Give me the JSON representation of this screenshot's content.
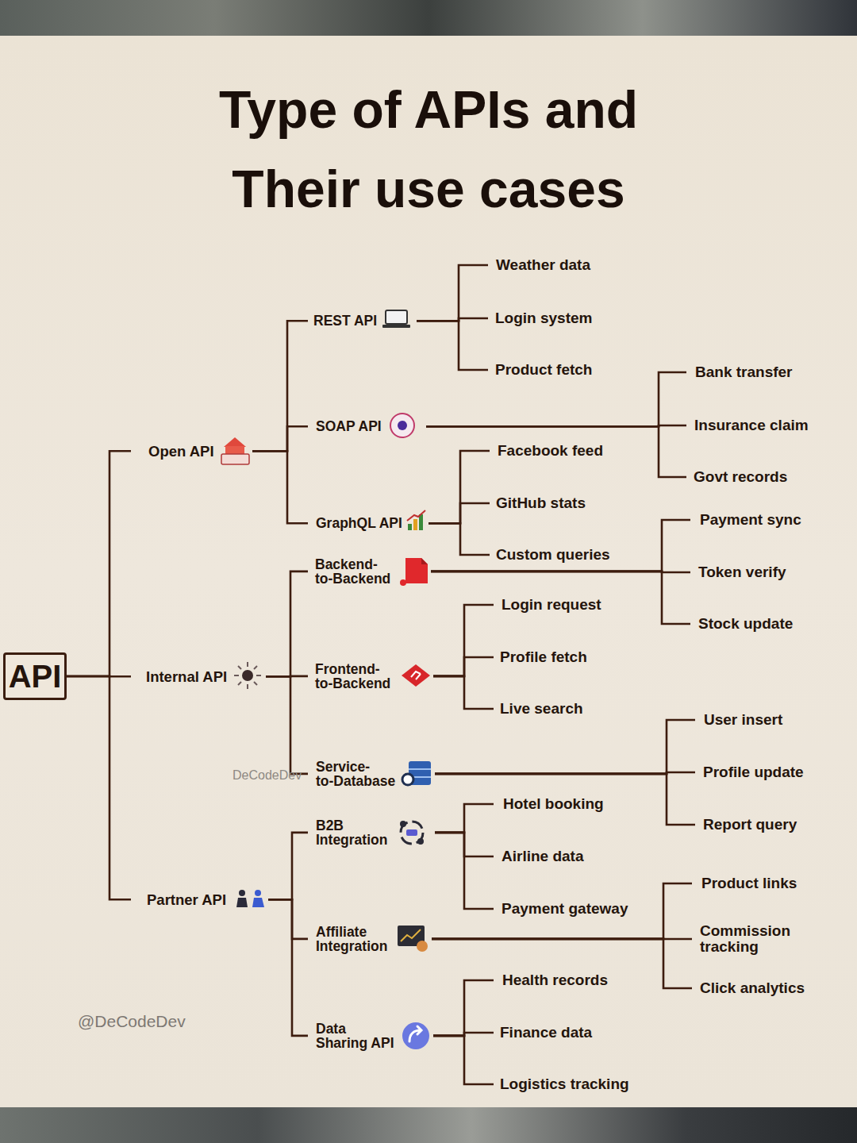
{
  "diagram": {
    "title": "Type of APIs and Their use cases",
    "nodes": [
      {
        "text": [
          "API"
        ]
      },
      {
        "text": [
          "Open API"
        ]
      },
      {
        "text": [
          "Internal API"
        ]
      },
      {
        "text": [
          "Partner API"
        ]
      },
      {
        "text": [
          "REST API"
        ]
      },
      {
        "text": [
          "SOAP API"
        ]
      },
      {
        "text": [
          "GraphQL API"
        ]
      },
      {
        "text": [
          "Weather data"
        ]
      },
      {
        "text": [
          "Login system"
        ]
      },
      {
        "text": [
          "Product fetch"
        ]
      },
      {
        "text": [
          "Bank transfer"
        ]
      },
      {
        "text": [
          "Insurance claim"
        ]
      },
      {
        "text": [
          "Govt records"
        ]
      },
      {
        "text": [
          "Facebook feed"
        ]
      },
      {
        "text": [
          "GitHub stats"
        ]
      },
      {
        "text": [
          "Custom queries"
        ]
      },
      {
        "text": [
          "Backend- to-Backend"
        ]
      },
      {
        "text": [
          "Frontend- to-Backend"
        ]
      },
      {
        "text": [
          "Service- to-Database"
        ]
      },
      {
        "text": [
          "Payment sync"
        ]
      },
      {
        "text": [
          "Token verify"
        ]
      },
      {
        "text": [
          "Stock update"
        ]
      },
      {
        "text": [
          "Login request"
        ]
      },
      {
        "text": [
          "Profile fetch"
        ]
      },
      {
        "text": [
          "Live search"
        ]
      },
      {
        "text": [
          "User insert"
        ]
      },
      {
        "text": [
          "Profile update"
        ]
      },
      {
        "text": [
          "Report query"
        ]
      },
      {
        "text": [
          "B2B Integration"
        ]
      },
      {
        "text": [
          "Affiliate Integration"
        ]
      },
      {
        "text": [
          "Data Sharing API"
        ]
      },
      {
        "text": [
          "Hotel booking"
        ]
      },
      {
        "text": [
          "Airline data"
        ]
      },
      {
        "text": [
          "Payment gateway"
        ]
      },
      {
        "text": [
          "Product links"
        ]
      },
      {
        "text": [
          "Commission tracking"
        ]
      },
      {
        "text": [
          "Click analytics"
        ]
      },
      {
        "text": [
          "Health records"
        ]
      },
      {
        "text": [
          "Finance data"
        ]
      },
      {
        "text": [
          "Logistics tracking"
        ]
      }
    ],
    "edges": [
      {
        "from": 0,
        "to": 1,
        "arrow": "none"
      },
      {
        "from": 0,
        "to": 2,
        "arrow": "none"
      },
      {
        "from": 0,
        "to": 3,
        "arrow": "none"
      },
      {
        "from": 1,
        "to": 4,
        "arrow": "none"
      },
      {
        "from": 1,
        "to": 5,
        "arrow": "none"
      },
      {
        "from": 1,
        "to": 6,
        "arrow": "none"
      },
      {
        "from": 2,
        "to": 16,
        "arrow": "none"
      },
      {
        "from": 2,
        "to": 17,
        "arrow": "none"
      },
      {
        "from": 2,
        "to": 18,
        "arrow": "none"
      },
      {
        "from": 3,
        "to": 28,
        "arrow": "none"
      },
      {
        "from": 3,
        "to": 29,
        "arrow": "none"
      },
      {
        "from": 3,
        "to": 30,
        "arrow": "none"
      },
      {
        "from": 4,
        "to": 7,
        "arrow": "none"
      },
      {
        "from": 4,
        "to": 8,
        "arrow": "none"
      },
      {
        "from": 4,
        "to": 9,
        "arrow": "none"
      },
      {
        "from": 5,
        "to": 10,
        "arrow": "none"
      },
      {
        "from": 5,
        "to": 11,
        "arrow": "none"
      },
      {
        "from": 5,
        "to": 12,
        "arrow": "none"
      },
      {
        "from": 6,
        "to": 13,
        "arrow": "none"
      },
      {
        "from": 6,
        "to": 14,
        "arrow": "none"
      },
      {
        "from": 6,
        "to": 15,
        "arrow": "none"
      },
      {
        "from": 16,
        "to": 19,
        "arrow": "none"
      },
      {
        "from": 16,
        "to": 20,
        "arrow": "none"
      },
      {
        "from": 16,
        "to": 21,
        "arrow": "none"
      },
      {
        "from": 17,
        "to": 22,
        "arrow": "none"
      },
      {
        "from": 17,
        "to": 23,
        "arrow": "none"
      },
      {
        "from": 17,
        "to": 24,
        "arrow": "none"
      },
      {
        "from": 18,
        "to": 25,
        "arrow": "none"
      },
      {
        "from": 18,
        "to": 26,
        "arrow": "none"
      },
      {
        "from": 18,
        "to": 27,
        "arrow": "none"
      },
      {
        "from": 28,
        "to": 31,
        "arrow": "none"
      },
      {
        "from": 28,
        "to": 32,
        "arrow": "none"
      },
      {
        "from": 28,
        "to": 33,
        "arrow": "none"
      },
      {
        "from": 29,
        "to": 34,
        "arrow": "none"
      },
      {
        "from": 29,
        "to": 35,
        "arrow": "none"
      },
      {
        "from": 29,
        "to": 36,
        "arrow": "none"
      },
      {
        "from": 30,
        "to": 37,
        "arrow": "none"
      },
      {
        "from": 30,
        "to": 38,
        "arrow": "none"
      },
      {
        "from": 30,
        "to": 39,
        "arrow": "none"
      }
    ],
    "labels": [
      "DeCodeDev",
      "@DeCodeDev"
    ]
  }
}
